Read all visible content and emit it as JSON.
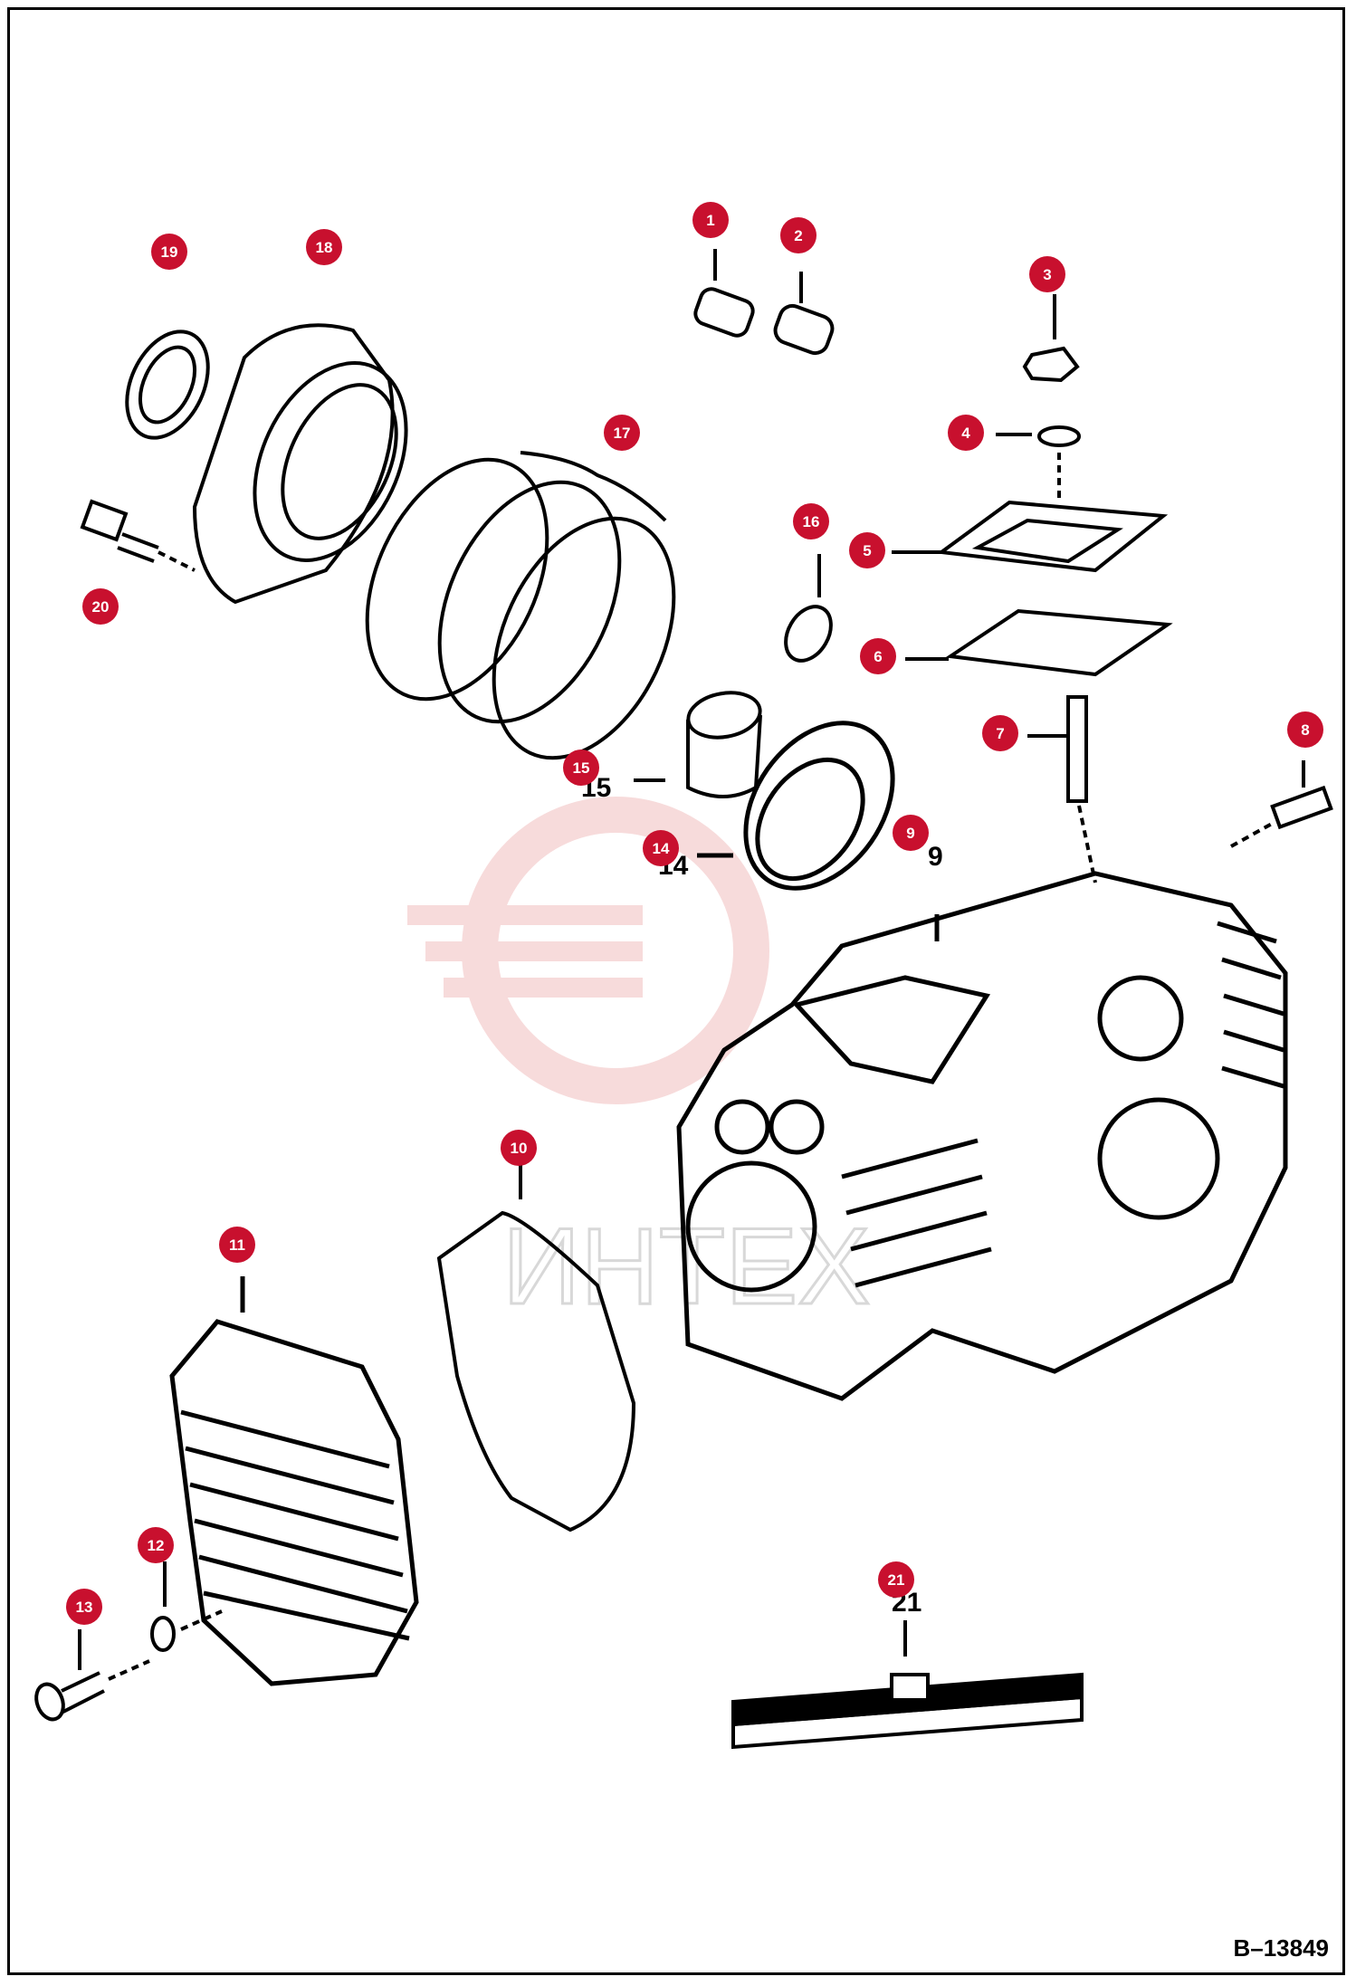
{
  "diagram_ref": "B–13849",
  "accent_color": "#c8102e",
  "callouts": [
    {
      "id": "1",
      "label": "1"
    },
    {
      "id": "2",
      "label": "2"
    },
    {
      "id": "3",
      "label": "3"
    },
    {
      "id": "4",
      "label": "4"
    },
    {
      "id": "5",
      "label": "5"
    },
    {
      "id": "6",
      "label": "6"
    },
    {
      "id": "7",
      "label": "7"
    },
    {
      "id": "8",
      "label": "8"
    },
    {
      "id": "9",
      "label": "9"
    },
    {
      "id": "10",
      "label": "10"
    },
    {
      "id": "11",
      "label": "11"
    },
    {
      "id": "12",
      "label": "12"
    },
    {
      "id": "13",
      "label": "13"
    },
    {
      "id": "14",
      "label": "14"
    },
    {
      "id": "15",
      "label": "15"
    },
    {
      "id": "16",
      "label": "16"
    },
    {
      "id": "17",
      "label": "17"
    },
    {
      "id": "18",
      "label": "18"
    },
    {
      "id": "19",
      "label": "19"
    },
    {
      "id": "20",
      "label": "20"
    },
    {
      "id": "21",
      "label": "21"
    }
  ],
  "printed_numbers": {
    "n9": "9",
    "n14": "14",
    "n15": "15",
    "n21": "21"
  },
  "watermark": {
    "text": "ИНТЕХ"
  }
}
